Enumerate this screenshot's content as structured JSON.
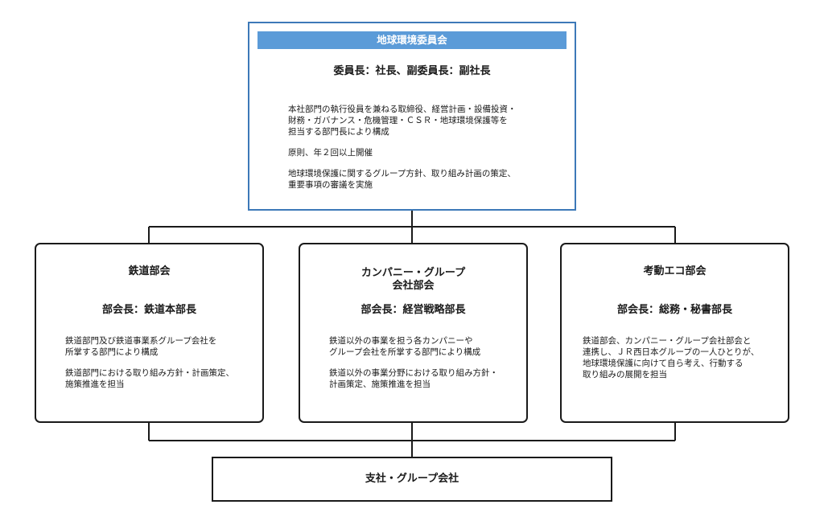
{
  "committee": {
    "title": "地球環境委員会",
    "subtitle": "委員長：社長、副委員長：副社長",
    "paragraphs": [
      "本社部門の執行役員を兼ねる取締役、経営計画・設備投資・\n財務・ガバナンス・危機管理・ＣＳＲ・地球環境保護等を\n担当する部門長により構成",
      "原則、年２回以上開催",
      "地球環境保護に関するグループ方針、取り組み計画の策定、\n重要事項の審議を実施"
    ]
  },
  "departments": [
    {
      "title": "鉄道部会",
      "head": "部会長：鉄道本部長",
      "paragraphs": [
        "鉄道部門及び鉄道事業系グループ会社を\n所掌する部門により構成",
        "鉄道部門における取り組み方針・計画策定、\n施策推進を担当"
      ]
    },
    {
      "title": "カンパニー・グループ\n会社部会",
      "head": "部会長：経営戦略部長",
      "paragraphs": [
        "鉄道以外の事業を担う各カンパニーや\nグループ会社を所掌する部門により構成",
        "鉄道以外の事業分野における取り組み方針・\n計画策定、施策推進を担当"
      ]
    },
    {
      "title": "考動エコ部会",
      "head": "部会長：総務・秘書部長",
      "paragraphs": [
        "鉄道部会、カンパニー・グループ会社部会と\n連携し、ＪＲ西日本グループの一人ひとりが、\n地球環境保護に向けて自ら考え、行動する\n取り組みの展開を担当"
      ]
    }
  ],
  "branches": {
    "label": "支社・グループ会社"
  }
}
